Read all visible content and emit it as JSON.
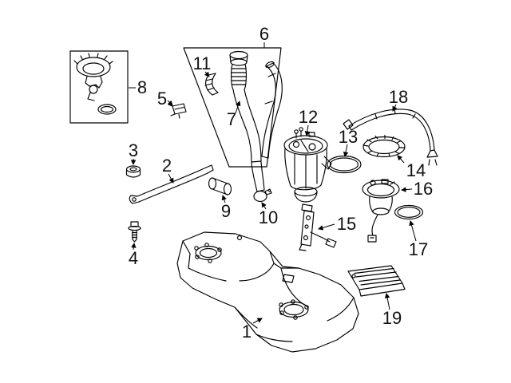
{
  "callouts": [
    "1",
    "2",
    "3",
    "4",
    "5",
    "6",
    "7",
    "8",
    "9",
    "10",
    "11",
    "12",
    "13",
    "14",
    "15",
    "16",
    "17",
    "18",
    "19"
  ],
  "colors": {
    "background": "#ffffff",
    "line": "#000000",
    "label_text": "#111111"
  }
}
